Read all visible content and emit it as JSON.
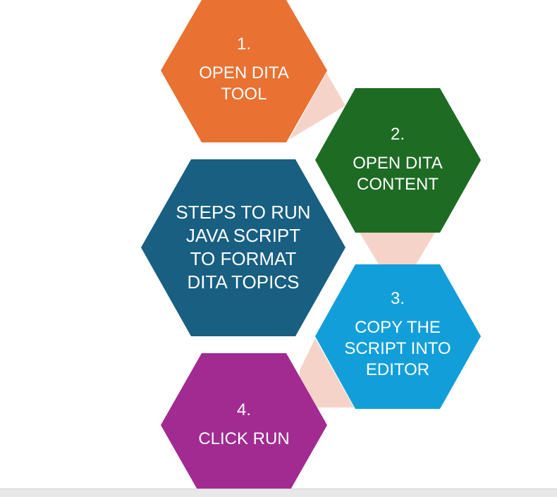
{
  "diagram": {
    "center": {
      "text": "STEPS TO RUN\nJAVA SCRIPT\nTO FORMAT\nDITA TOPICS",
      "color": "#185F82"
    },
    "steps": [
      {
        "number": "1.",
        "text": "OPEN DITA\nTOOL",
        "color": "#E97132"
      },
      {
        "number": "2.",
        "text": "OPEN DITA\nCONTENT",
        "color": "#1E6B24"
      },
      {
        "number": "3.",
        "text": "COPY THE\nSCRIPT INTO\nEDITOR",
        "color": "#129FD9"
      },
      {
        "number": "4.",
        "text": "CLICK RUN",
        "color": "#A12B91"
      }
    ],
    "connector_color": "#F6D3C9"
  }
}
